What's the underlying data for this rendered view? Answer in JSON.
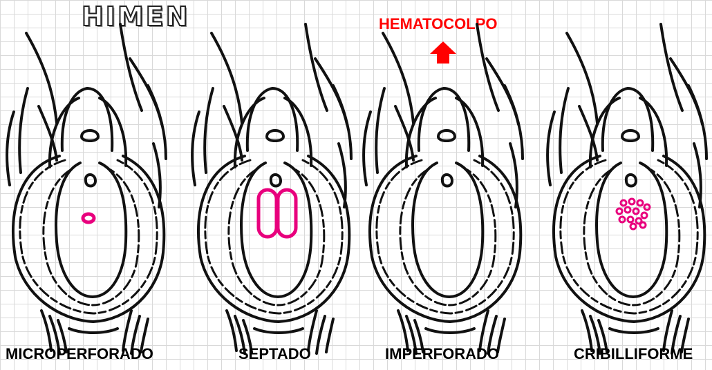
{
  "title": "HIMEN",
  "callout": "HEMATOCOLPO",
  "colors": {
    "hymen": "#e8007d",
    "callout": "#ff0000",
    "outline": "#111111"
  },
  "types": [
    {
      "label": "MICROPERFORADO",
      "opening": "single-small-ring"
    },
    {
      "label": "SEPTADO",
      "opening": "two-rings-separated-by-septum"
    },
    {
      "label": "IMPERFORADO",
      "opening": "none"
    },
    {
      "label": "CRIBILLIFORME",
      "opening": "many-small-rings"
    }
  ]
}
